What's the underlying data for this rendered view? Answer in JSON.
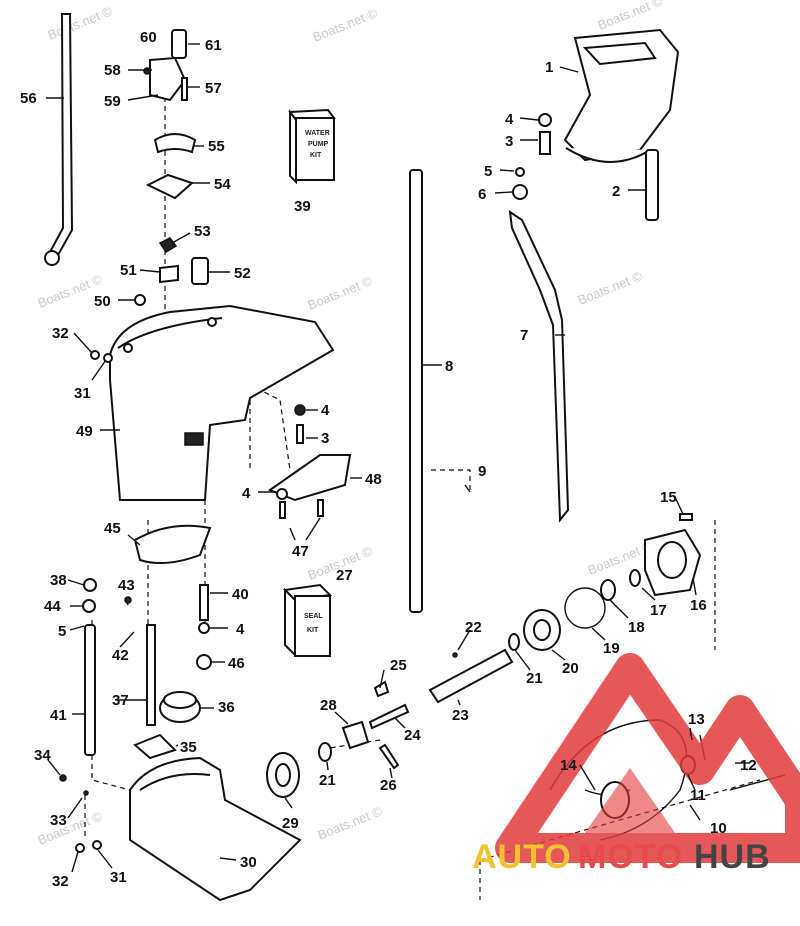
{
  "watermark": "Boats.net ©",
  "logo": {
    "auto": "AUTO",
    "moto": "MOTO",
    "hub": "HUB",
    "colors": {
      "auto": "#f2c230",
      "moto": "#e64a4a",
      "hub": "#444444",
      "triangle": "#e23b3b"
    }
  },
  "kits": {
    "water_pump": [
      "WATER",
      "PUMP",
      "KIT"
    ],
    "seal": [
      "SEAL",
      "KIT"
    ]
  },
  "callouts": {
    "c1": "1",
    "c2": "2",
    "c3a": "3",
    "c3b": "3",
    "c4a": "4",
    "c4b": "4",
    "c4c": "4",
    "c4d": "4",
    "c5a": "5",
    "c5b": "5",
    "c6": "6",
    "c7": "7",
    "c8": "8",
    "c9": "9",
    "c10": "10",
    "c11": "11",
    "c12": "12",
    "c13": "13",
    "c14": "14",
    "c15": "15",
    "c16": "16",
    "c17": "17",
    "c18": "18",
    "c19": "19",
    "c20": "20",
    "c21a": "21",
    "c21b": "21",
    "c22": "22",
    "c23": "23",
    "c24": "24",
    "c25": "25",
    "c26": "26",
    "c27": "27",
    "c28": "28",
    "c29": "29",
    "c30": "30",
    "c31a": "31",
    "c31b": "31",
    "c32a": "32",
    "c32b": "32",
    "c33": "33",
    "c34": "34",
    "c35": "35",
    "c36": "36",
    "c37": "37",
    "c38": "38",
    "c39": "39",
    "c40": "40",
    "c41": "41",
    "c42": "42",
    "c43": "43",
    "c44": "44",
    "c45": "45",
    "c46": "46",
    "c47": "47",
    "c48": "48",
    "c49": "49",
    "c50": "50",
    "c51": "51",
    "c52": "52",
    "c53": "53",
    "c54": "54",
    "c55": "55",
    "c56": "56",
    "c57": "57",
    "c58": "58",
    "c59": "59",
    "c60": "60",
    "c61": "61"
  }
}
